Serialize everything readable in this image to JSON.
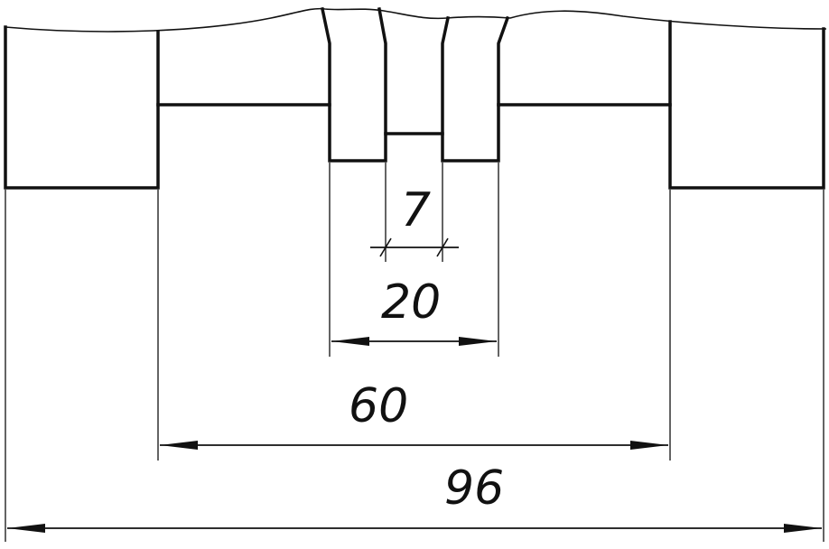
{
  "drawing": {
    "stroke_color": "#111111",
    "background_color": "#ffffff",
    "dimensions": [
      {
        "id": "dim-96",
        "label": "96",
        "value": 96
      },
      {
        "id": "dim-60",
        "label": "60",
        "value": 60
      },
      {
        "id": "dim-20",
        "label": "20",
        "value": 20
      },
      {
        "id": "dim-7",
        "label": "7",
        "value": 7
      }
    ]
  }
}
